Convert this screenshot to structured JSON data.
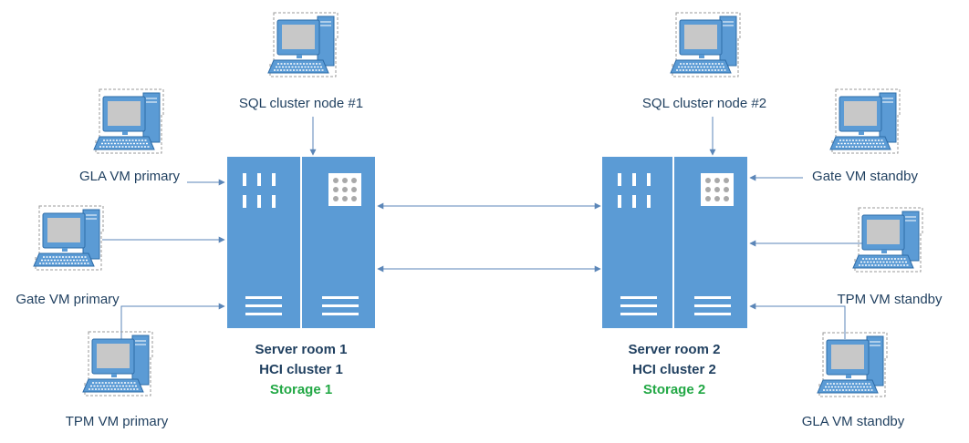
{
  "workstations": {
    "sql_node_1": "SQL cluster node #1",
    "sql_node_2": "SQL cluster node #2",
    "gla_primary": "GLA VM primary",
    "gate_primary": "Gate VM primary",
    "tpm_primary": "TPM VM primary",
    "gate_standby": "Gate VM standby",
    "tpm_standby": "TPM VM standby",
    "gla_standby": "GLA VM standby"
  },
  "server_room_1": {
    "title": "Server room 1",
    "cluster": "HCI cluster 1",
    "storage": "Storage 1"
  },
  "server_room_2": {
    "title": "Server room 2",
    "cluster": "HCI cluster 2",
    "storage": "Storage 2"
  },
  "colors": {
    "server": "#5b9bd5",
    "line": "#5b86b8",
    "text": "#1f3f5f",
    "storage_text": "#22a845"
  },
  "icons": {
    "workstation": "computer-icon",
    "server": "server-rack-icon"
  }
}
